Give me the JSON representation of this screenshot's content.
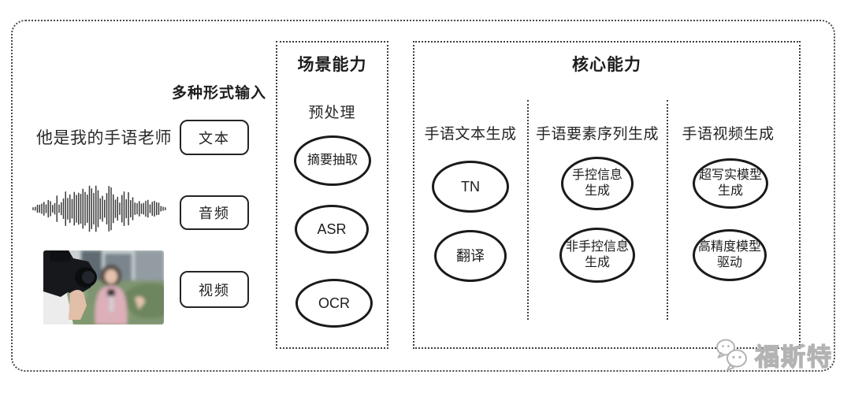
{
  "input_section": {
    "label": "多种形式输入",
    "sample_text": "他是我的手语老师",
    "modalities": [
      {
        "label": "文本"
      },
      {
        "label": "音频"
      },
      {
        "label": "视频"
      }
    ]
  },
  "scene_capability": {
    "title": "场景能力",
    "stage_label": "预处理",
    "nodes": [
      {
        "label": "摘要抽取"
      },
      {
        "label": "ASR"
      },
      {
        "label": "OCR"
      }
    ]
  },
  "core_capability": {
    "title": "核心能力",
    "columns": [
      {
        "header": "手语文本生成",
        "nodes": [
          {
            "label": "TN"
          },
          {
            "label": "翻译"
          }
        ]
      },
      {
        "header": "手语要素序列生成",
        "nodes": [
          {
            "label": "手控信息\n生成"
          },
          {
            "label": "非手控信息\n生成"
          }
        ]
      },
      {
        "header": "手语视频生成",
        "nodes": [
          {
            "label": "超写实模型\n生成"
          },
          {
            "label": "高精度模型\n驱动"
          }
        ]
      }
    ]
  },
  "watermark": {
    "text": "福斯特",
    "icon": "wechat-logo"
  },
  "colors": {
    "ink": "#222222",
    "node_stroke": "#1a1a1a",
    "dotted_border": "#3d3d3d",
    "watermark_gray": "#b3b3b3"
  }
}
